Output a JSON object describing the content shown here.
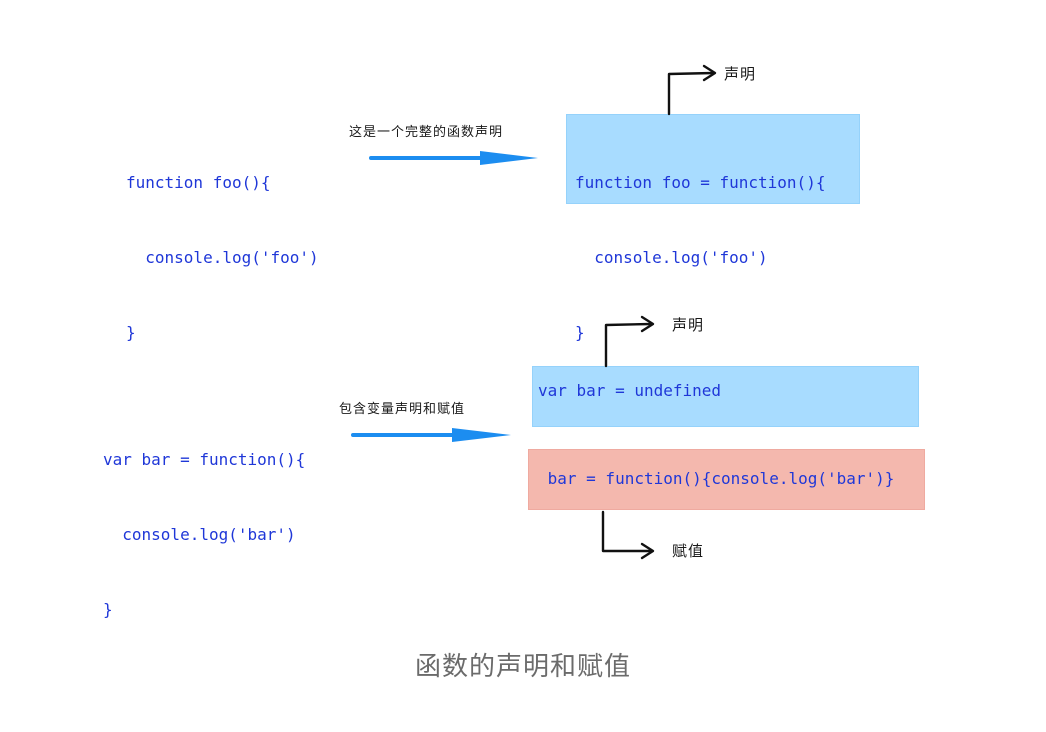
{
  "diagram": {
    "top": {
      "left_code": [
        "function foo(){",
        "  console.log('foo')",
        "}"
      ],
      "arrow_note": "这是一个完整的函数声明",
      "box_code": [
        "function foo = function(){",
        "  console.log('foo')",
        "}"
      ],
      "declaration_label": "声明"
    },
    "bottom": {
      "left_code": [
        "var bar = function(){",
        "  console.log('bar')",
        "}"
      ],
      "arrow_note": "包含变量声明和赋值",
      "declaration_box_code": "var bar = undefined",
      "declaration_label": "声明",
      "assignment_box_code": " bar = function(){console.log('bar')}",
      "assignment_label": "赋值"
    },
    "caption": "函数的声明和赋值"
  },
  "colors": {
    "code_text": "#1f37d8",
    "arrow_blue": "#1c8df0",
    "box_blue": "#a8dcff",
    "box_pink": "#f4b8ae",
    "caption_gray": "#6b6b6b"
  }
}
